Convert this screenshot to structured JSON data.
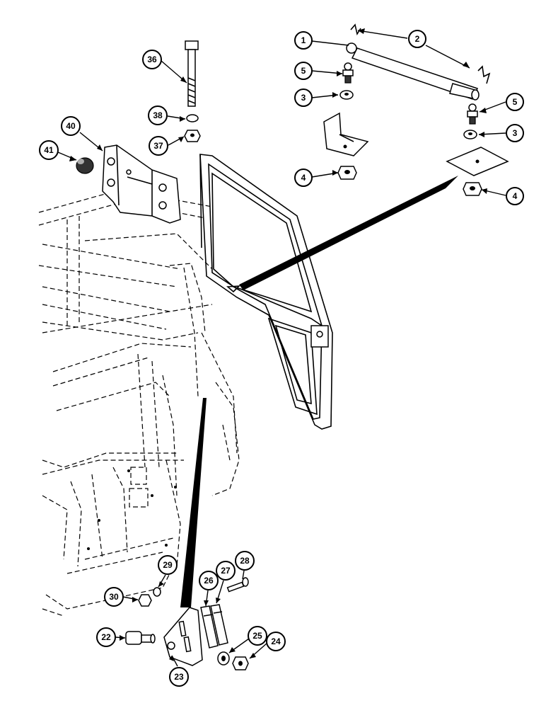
{
  "diagram": {
    "callouts": [
      {
        "id": "c1",
        "label": "1"
      },
      {
        "id": "c2",
        "label": "2"
      },
      {
        "id": "c3a",
        "label": "3"
      },
      {
        "id": "c3b",
        "label": "3"
      },
      {
        "id": "c4a",
        "label": "4"
      },
      {
        "id": "c4b",
        "label": "4"
      },
      {
        "id": "c5a",
        "label": "5"
      },
      {
        "id": "c5b",
        "label": "5"
      },
      {
        "id": "c22",
        "label": "22"
      },
      {
        "id": "c23",
        "label": "23"
      },
      {
        "id": "c24",
        "label": "24"
      },
      {
        "id": "c25",
        "label": "25"
      },
      {
        "id": "c26",
        "label": "26"
      },
      {
        "id": "c27",
        "label": "27"
      },
      {
        "id": "c28",
        "label": "28"
      },
      {
        "id": "c29",
        "label": "29"
      },
      {
        "id": "c30",
        "label": "30"
      },
      {
        "id": "c36",
        "label": "36"
      },
      {
        "id": "c37",
        "label": "37"
      },
      {
        "id": "c38",
        "label": "38"
      },
      {
        "id": "c40",
        "label": "40"
      },
      {
        "id": "c41",
        "label": "41"
      }
    ]
  }
}
